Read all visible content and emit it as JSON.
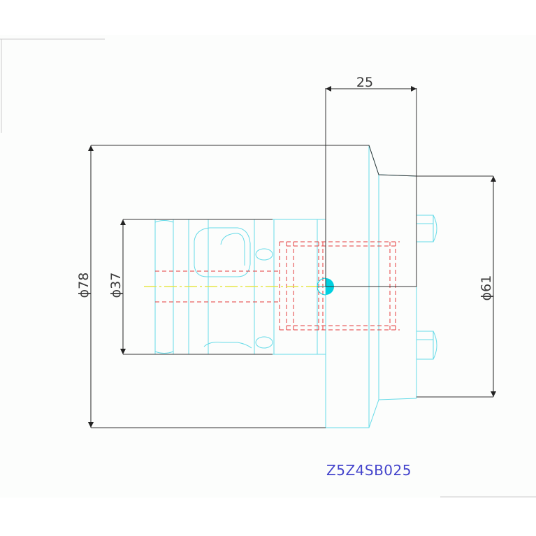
{
  "drawing": {
    "dimensions": {
      "width_25": "25",
      "diameter_78": "ϕ78",
      "diameter_37": "ϕ37",
      "diameter_61": "ϕ61"
    },
    "part_number": "Z5Z4SB025"
  },
  "colors": {
    "background": "#ffffff",
    "sheet": "#fcfdfc",
    "part_outline": "#66dbe8",
    "hidden_lines": "#e53b3b",
    "centerline": "#e6e648",
    "dimension_lines": "#333333",
    "part_label": "#4444cc",
    "marker": "#00d0e0"
  }
}
